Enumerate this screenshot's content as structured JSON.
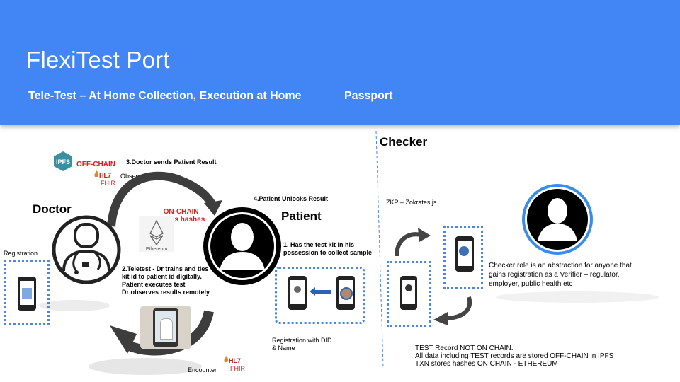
{
  "header": {
    "title": "FlexiTest Port",
    "subtitle_left": "Tele-Test – At Home Collection, Execution at Home",
    "subtitle_right": "Passport"
  },
  "labels": {
    "checker": "Checker",
    "doctor": "Doctor",
    "patient": "Patient",
    "off_chain": "OFF-CHAIN",
    "step3": "3.Doctor sends Patient Result",
    "observation": "Observation",
    "step4": "4.Patient Unlocks Result",
    "on_chain_1": "ON-CHAIN",
    "on_chain_2": "stores hashes",
    "ethereum": "Ethereum",
    "step1_line1": "1. Has the test kit in his",
    "step1_line2": "possession to collect sample",
    "registration": "Registration",
    "step2_line1": "2.Teletest - Dr trains and ties",
    "step2_line2": "kit id to patient id digitally.",
    "step2_line3": "Patient executes test",
    "step2_line4": "Dr observes results remotely",
    "reg_did_line1": "Registration with DID",
    "reg_did_line2": "& Name",
    "encounter": "Encounter",
    "zkp": "ZKP – Zokrates.js",
    "checker_desc_1": "Checker role is an abstraction for anyone that",
    "checker_desc_2": "gains registration as a Verifier – regulator,",
    "checker_desc_3": "employer, public health etc",
    "test_record_1": "TEST Record NOT ON CHAIN.",
    "test_record_2": "All data including TEST records  are stored  OFF-CHAIN in IPFS",
    "test_record_3": "TXN stores hashes ON CHAIN - ETHEREUM",
    "ipfs": "IPFS",
    "hl7": "HL7",
    "fhir": "FHIR"
  },
  "icons": [
    "ipfs-logo",
    "hl7-fhir-logo",
    "ethereum-logo",
    "doctor-icon",
    "patient-avatar-icon",
    "checker-avatar-icon",
    "phone-icon",
    "arrow-icon"
  ],
  "colors": {
    "banner": "#4285f4",
    "accent_red": "#e01b1b",
    "dotted_border": "#4a86e8",
    "arrow_gray": "#444444"
  }
}
